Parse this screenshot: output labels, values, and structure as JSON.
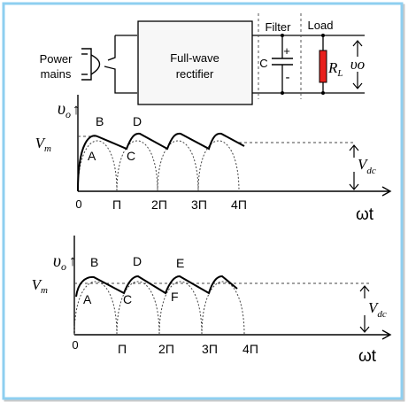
{
  "colors": {
    "border": "#8ecff0",
    "shadow": "#c9c9c9",
    "resistor": "#e8201c",
    "wire": "#000000",
    "dashed": "#555555"
  },
  "circuit": {
    "source_label_line1": "Power",
    "source_label_line2": "mains",
    "rectifier_label_line1": "Full-wave",
    "rectifier_label_line2": "rectifier",
    "filter_label": "Filter",
    "load_label": "Load",
    "capacitor_label": "C",
    "cap_plus": "+",
    "cap_minus": "-",
    "resistor_label": "R",
    "resistor_sub": "L",
    "output_label": "υo",
    "source_icon": "plug-icon"
  },
  "graph1": {
    "y_label": "υ",
    "y_sub": "o",
    "y_arrow": "↑",
    "peak_label": "V",
    "peak_sub": "m",
    "dc_label": "V",
    "dc_sub": "dc",
    "x_label": "ωt",
    "ticks": [
      "0",
      "Π",
      "2Π",
      "3Π",
      "4Π"
    ],
    "points": [
      "A",
      "B",
      "C",
      "D"
    ]
  },
  "graph2": {
    "y_label": "υ",
    "y_sub": "o",
    "y_arrow": "↑",
    "peak_label": "V",
    "peak_sub": "m",
    "dc_label": "V",
    "dc_sub": "dc",
    "x_label": "ωt",
    "ticks": [
      "0",
      "Π",
      "2Π",
      "3Π",
      "4Π"
    ],
    "points": [
      "A",
      "B",
      "C",
      "D",
      "E",
      "F"
    ]
  }
}
